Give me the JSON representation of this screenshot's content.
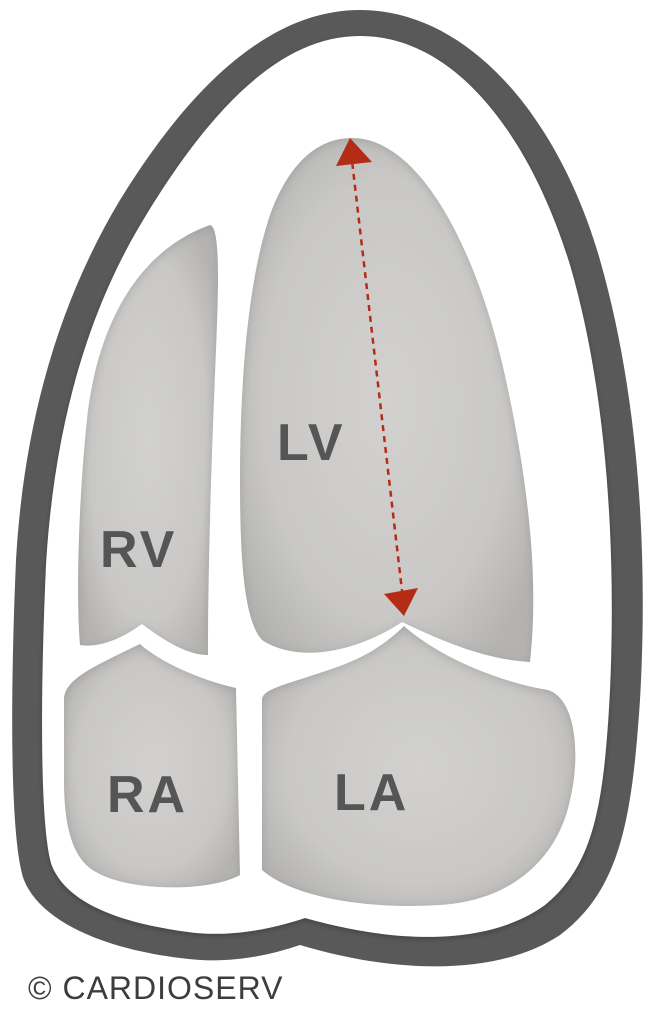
{
  "labels": {
    "lv": "LV",
    "rv": "RV",
    "ra": "RA",
    "la": "LA"
  },
  "copyright": "© CARDIOSERV",
  "colors": {
    "outer_wall": "#595959",
    "myocardium": "#ffffff",
    "chamber_center": "#d0cfcd",
    "chamber_edge": "#b3b2b0",
    "label_text": "#555555",
    "arrow": "#b52c16",
    "copyright_text": "#3d3d3d"
  },
  "icons": {
    "measurement": "double-headed-arrow-icon"
  }
}
